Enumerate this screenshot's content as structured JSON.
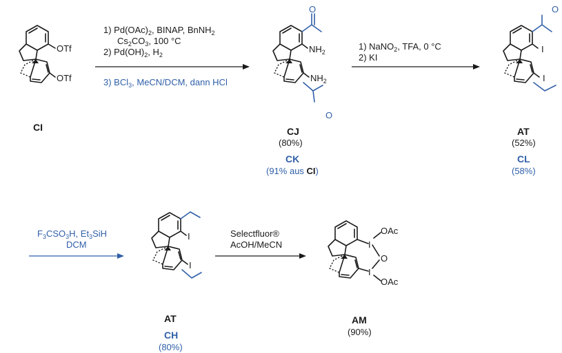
{
  "colors": {
    "black": "#1a1a1a",
    "blue": "#2f5fa8"
  },
  "compounds": {
    "ci": {
      "name": "CI",
      "sub1": "OTf",
      "sub2": "OTf"
    },
    "cj": {
      "name": "CJ",
      "yield": "(80%)",
      "alt_name": "CK",
      "alt_yield_pre": "(91% aus ",
      "alt_yield_ref": "CI",
      "alt_yield_post": ")",
      "sub1": "NH",
      "sub1_sub": "2",
      "sub2": "NH",
      "sub2_sub": "2",
      "o1": "O",
      "o2": "O"
    },
    "at1": {
      "name": "AT",
      "yield": "(52%)",
      "alt_name": "CL",
      "alt_yield": "(58%)",
      "i1": "I",
      "i2": "I",
      "o1": "O"
    },
    "at2": {
      "name": "AT",
      "alt_name": "CH",
      "alt_yield": "(80%)",
      "i1": "I",
      "i2": "I"
    },
    "am": {
      "name": "AM",
      "yield": "(90%)",
      "i1": "I",
      "i2": "I",
      "oac1": "OAc",
      "oac2": "OAc",
      "o": "O"
    }
  },
  "steps": {
    "s1": {
      "l1_a": "1) Pd(OAc)",
      "l1_b": "2",
      "l1_c": ", BINAP, BnNH",
      "l1_d": "2",
      "l2_a": "Cs",
      "l2_b": "2",
      "l2_c": "CO",
      "l2_d": "3",
      "l2_e": ", 100 °C",
      "l3_a": "2) Pd(OH)",
      "l3_b": "2",
      "l3_c": ", H",
      "l3_d": "2",
      "l4_a": "3) BCl",
      "l4_b": "3",
      "l4_c": ", MeCN/DCM, dann HCl"
    },
    "s2": {
      "l1": "1) NaNO",
      "l1_sub": "2",
      "l1_post": ", TFA, 0 °C",
      "l2": "2) KI"
    },
    "s3": {
      "l1_a": "F",
      "l1_b": "3",
      "l1_c": "CSO",
      "l1_d": "3",
      "l1_e": "H, Et",
      "l1_f": "3",
      "l1_g": "SiH",
      "l2": "DCM"
    },
    "s4": {
      "l1": "Selectfluor®",
      "l2": "AcOH/MeCN"
    }
  }
}
